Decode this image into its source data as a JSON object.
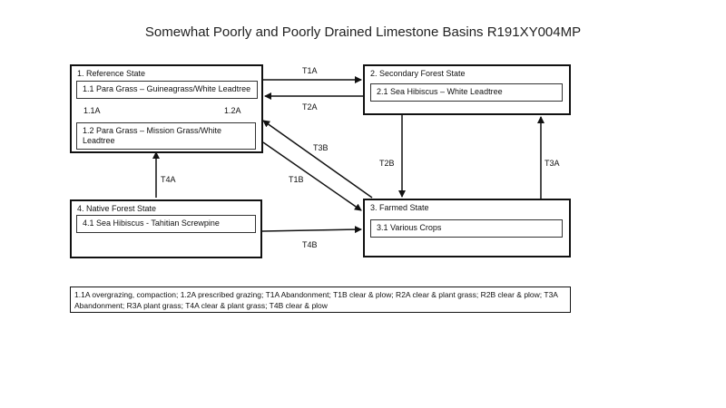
{
  "title": "Somewhat Poorly and Poorly Drained Limestone Basins R191XY004MP",
  "states": {
    "s1": {
      "label": "1.  Reference State",
      "phases": {
        "p11": "1.1 Para Grass – Guineagrass/White Leadtree",
        "p12": "1.2 Para Grass – Mission Grass/White Leadtree"
      }
    },
    "s2": {
      "label": "2. Secondary Forest State",
      "phases": {
        "p21": "2.1 Sea Hibiscus – White Leadtree"
      }
    },
    "s3": {
      "label": "3. Farmed State",
      "phases": {
        "p31": "3.1 Various Crops"
      }
    },
    "s4": {
      "label": "4. Native Forest State",
      "phases": {
        "p41": "4.1 Sea Hibiscus - Tahitian Screwpine"
      }
    }
  },
  "transitions": {
    "t1a": "T1A",
    "t2a": "T2A",
    "t3b": "T3B",
    "t1b": "T1B",
    "t2b": "T2B",
    "t3a": "T3A",
    "t4a": "T4A",
    "t4b": "T4B",
    "p11_12": "1.1A",
    "p12_11": "1.2A"
  },
  "legend": "1.1A overgrazing, compaction; 1.2A prescribed grazing; T1A Abandonment; T1B clear & plow; R2A clear & plant grass; R2B clear & plow; T3A Abandonment; R3A plant grass; T4A clear & plant grass; T4B clear & plow"
}
